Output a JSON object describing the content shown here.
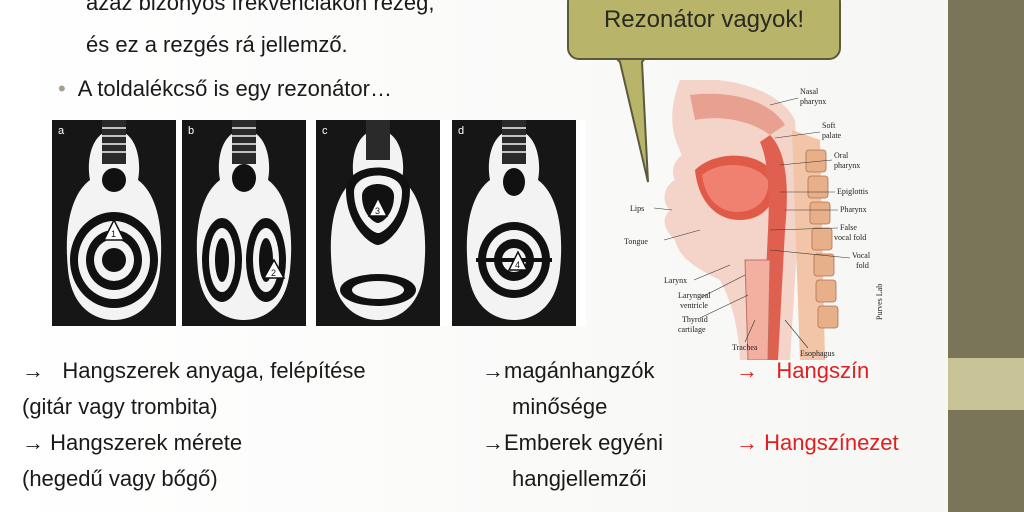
{
  "top_lines": [
    "azaz bizonyos frekvenciákon rezeg,",
    "és ez a rezgés rá jellemző."
  ],
  "bullet": "A toldalékcső is egy rezonátor…",
  "bubble_text": "Rezonátor vagyok!",
  "guitar_panels": [
    {
      "letter": "a",
      "mark": "1"
    },
    {
      "letter": "b",
      "mark": "2"
    },
    {
      "letter": "c",
      "mark": "3"
    },
    {
      "letter": "d",
      "mark": "4"
    }
  ],
  "anatomy_labels": {
    "nasal": "Nasal",
    "pharynx1": "pharynx",
    "soft": "Soft",
    "palate": "palate",
    "oral": "Oral",
    "pharynx2": "pharynx",
    "epiglottis": "Epiglottis",
    "pharynx3": "Pharynx",
    "false": "False",
    "vocal_fold1": "vocal fold",
    "vocal": "Vocal",
    "fold": "fold",
    "lips": "Lips",
    "tongue": "Tongue",
    "larynx": "Larynx",
    "laryngeal": "Laryngeal",
    "ventricle": "ventricle",
    "thyroid": "Thyroid",
    "cartilage": "cartilage",
    "trachea": "Trachea",
    "esophagus": "Esophagus",
    "credit": "Purves Lab"
  },
  "bottom": {
    "arrow": "→",
    "left1": "Hangszerek anyaga, felépítése",
    "left2": "(gitár vagy trombita)",
    "left3": "Hangszerek mérete",
    "left4": "(hegedű vagy bőgő)",
    "mid1": "magánhangzók",
    "mid2": "minősége",
    "mid3": "Emberek egyéni",
    "mid4": "hangjellemzői",
    "right1": "Hangszín",
    "right2": "Hangszínezet"
  },
  "colors": {
    "accent_red": "#e02020",
    "sidebar_dark": "#7a7558",
    "sidebar_light": "#c9c497",
    "bubble": "#b8b46a"
  }
}
